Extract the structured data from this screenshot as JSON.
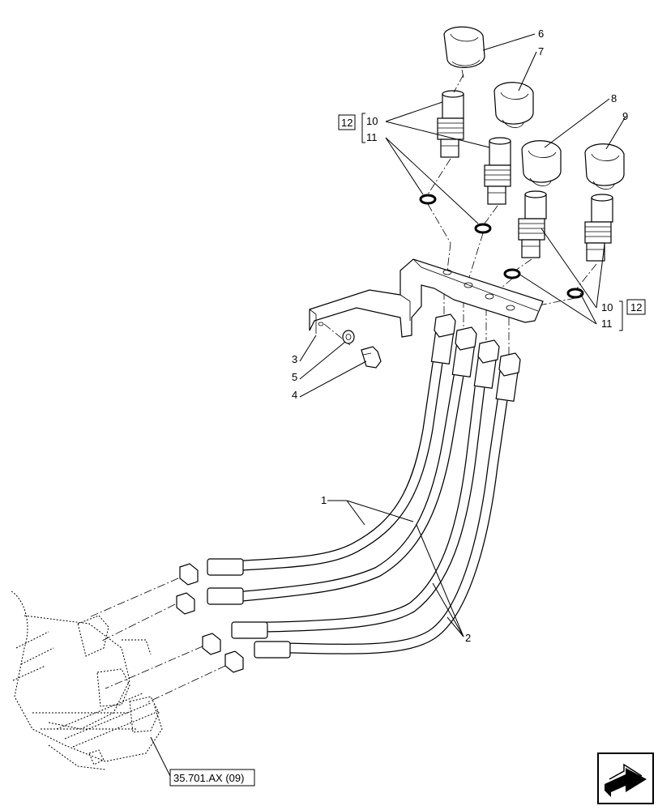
{
  "callouts": {
    "c1": "1",
    "c2": "2",
    "c3": "3",
    "c4": "4",
    "c5": "5",
    "c6": "6",
    "c7": "7",
    "c8": "8",
    "c9": "9",
    "c10a": "10",
    "c11a": "11",
    "c10b": "10",
    "c11b": "11"
  },
  "group_refs": {
    "ref_top": "12",
    "ref_right": "12"
  },
  "section_ref": "35.701.AX (09)",
  "icons": {
    "nav": "navigation-arrow-icon"
  }
}
